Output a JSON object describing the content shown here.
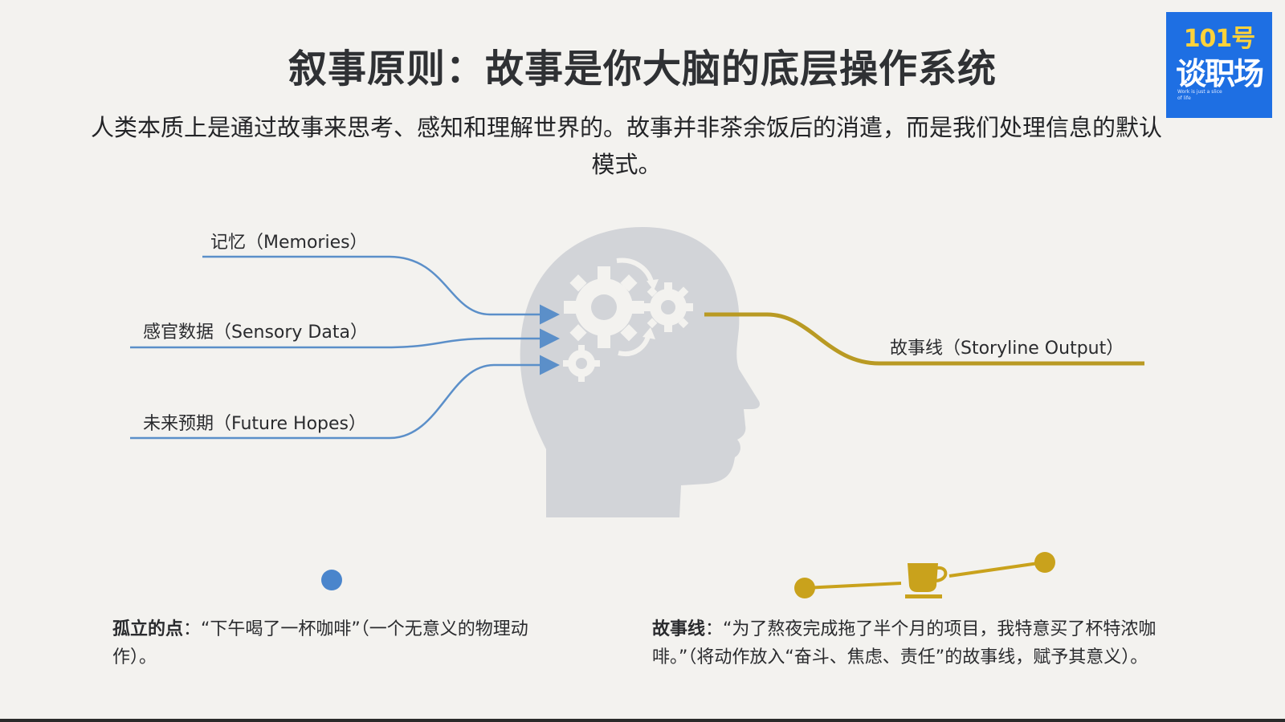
{
  "title": "叙事原则：故事是你大脑的底层操作系统",
  "subtitle": "人类本质上是通过故事来思考、感知和理解世界的。故事并非茶余饭后的消遣，而是我们处理信息的默认模式。",
  "inputs": {
    "memories": "记忆（Memories）",
    "sensory": "感官数据（Sensory Data）",
    "future": "未来预期（Future Hopes）"
  },
  "output": {
    "storyline": "故事线（Storyline Output）"
  },
  "captions": {
    "isolated_heading": "孤立的点",
    "isolated_text": "：“下午喝了一杯咖啡”（一个无意义的物理动作）。",
    "storyline_heading": "故事线",
    "storyline_text": "：“为了熬夜完成拖了半个月的项目，我特意买了杯特浓咖啡。”（将动作放入“奋斗、焦虑、责任”的故事线，赋予其意义）。"
  },
  "logo": {
    "line1": "101号",
    "line2": "谈职场",
    "line3": "Work is just a slice of life"
  },
  "colors": {
    "input_line": "#5b8fc9",
    "output_line": "#b99a23",
    "head": "#d2d4d8",
    "dot_blue": "#4a85cc",
    "dot_gold": "#c9a21c"
  },
  "icons": {
    "head": "head-gears-icon",
    "cup": "coffee-cup-icon"
  }
}
